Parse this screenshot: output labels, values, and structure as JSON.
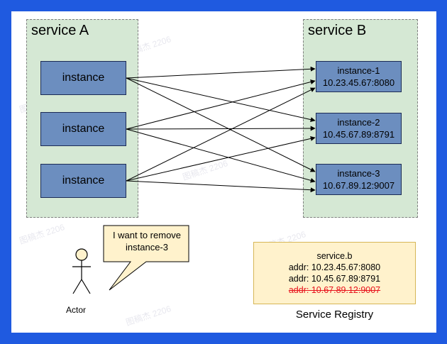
{
  "service_a": {
    "title": "service A",
    "instances": [
      "instance",
      "instance",
      "instance"
    ]
  },
  "service_b": {
    "title": "service B",
    "instances": [
      {
        "name": "instance-1",
        "addr": "10.23.45.67:8080"
      },
      {
        "name": "instance-2",
        "addr": "10.45.67.89:8791"
      },
      {
        "name": "instance-3",
        "addr": "10.67.89.12:9007"
      }
    ]
  },
  "actor": {
    "label": "Actor",
    "speech": "I want to remove instance-3"
  },
  "registry": {
    "title": "service.b",
    "entries": [
      "addr: 10.23.45.67:8080",
      "addr: 10.45.67.89:8791"
    ],
    "removed_entry": "addr: 10.67.89.12:9007",
    "caption": "Service Registry"
  },
  "watermark": "图稿杰 2206",
  "colors": {
    "background": "#1f5ae0",
    "group_fill": "#d5e8d4",
    "instance_fill": "#6c8ebf",
    "registry_fill": "#fff2cc",
    "removed_text": "#e8121c",
    "bubble_fill": "#fff2cc"
  }
}
